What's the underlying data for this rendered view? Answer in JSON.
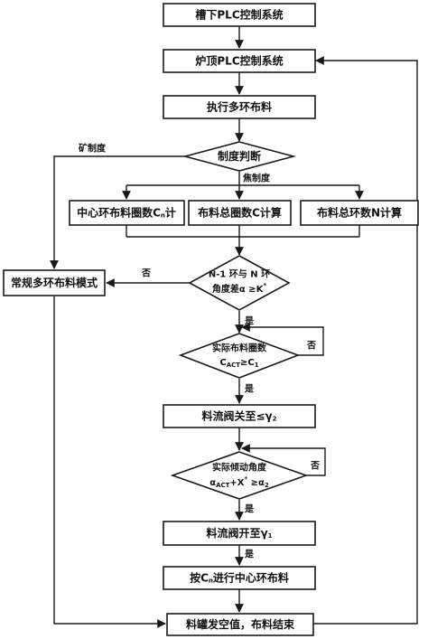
{
  "nodes": {
    "n1": "槽下PLC控制系统",
    "n2": "炉顶PLC控制系统",
    "n3": "执行多环布料",
    "d1": "制度判断",
    "b1": [
      "中心环布料圈数C",
      "n",
      "计"
    ],
    "b2": "布料总圈数C计算",
    "b3": "布料总环数N计算",
    "d2_line1": "N-1 环与 N 环",
    "d2_line2": [
      "角度差α ≥K",
      "*"
    ],
    "left": "常规多环布料模式",
    "d3_line1": "实际布料圈数",
    "d3_line2": [
      "C",
      "ACT",
      "≥C",
      "1"
    ],
    "b4": [
      "料流阀关至≤γ",
      "2"
    ],
    "d4_line1": "实际倾动角度",
    "d4_line2": [
      "α",
      "ACT",
      "+X",
      "*",
      "  ≥α",
      "2"
    ],
    "b5": [
      "料流阀开至γ",
      "1"
    ],
    "b6": [
      "按C",
      "n",
      "进行中心环布料"
    ],
    "b7": "料罐发空值，布料结束"
  },
  "edge_labels": {
    "ore": "矿制度",
    "coke": "焦制度",
    "no_d2": "否",
    "yes_d2": "是",
    "no_d3": "否",
    "yes_d3": "是",
    "no_d4": "否",
    "yes_d4": "是",
    "yes_b5": "是"
  }
}
